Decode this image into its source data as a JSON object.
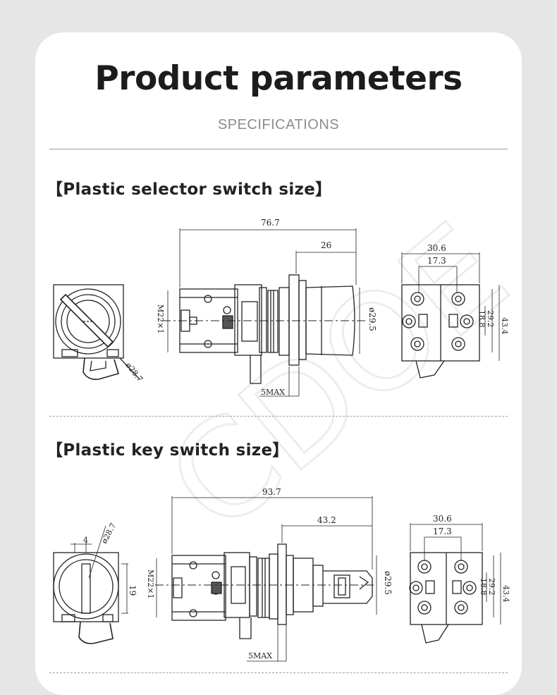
{
  "header": {
    "title": "Product parameters",
    "subtitle": "SPECIFICATIONS"
  },
  "sections": [
    {
      "title": "【Plastic selector switch size】",
      "dims": {
        "overall_length": "76.7",
        "head_length": "26",
        "head_diameter": "ø29.5",
        "thread": "M22×1",
        "panel_max": "5MAX",
        "side_diameter": "ø28.7",
        "block_width": "30.6",
        "terminal_pitch": "17.3",
        "inner_height": "18.8",
        "mid_height": "29.2",
        "outer_height": "43.4"
      }
    },
    {
      "title": "【Plastic key switch size】",
      "dims": {
        "overall_length": "93.7",
        "head_length": "43.2",
        "head_diameter": "ø29.5",
        "thread": "M22×1",
        "panel_max": "5MAX",
        "side_offset": "4",
        "side_height": "19",
        "side_diameter": "ø28.7",
        "block_width": "30.6",
        "terminal_pitch": "17.3",
        "inner_height": "18.8",
        "mid_height": "29.2",
        "outer_height": "43.4"
      }
    }
  ],
  "watermark": "CDOE",
  "colors": {
    "page_background": "#e6e6e6",
    "card": "#ffffff",
    "text": "#1c1c1c",
    "subtitle": "#8d8d8d",
    "line": "#222222"
  }
}
